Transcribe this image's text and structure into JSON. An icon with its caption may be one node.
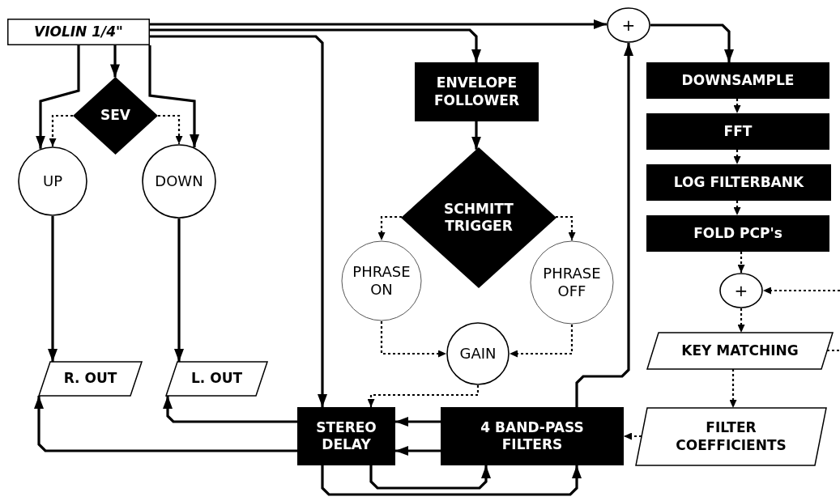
{
  "diagram": {
    "nodes": [
      {
        "text": [
          "VIOLIN 1/4\""
        ]
      },
      {
        "text": [
          "SEV"
        ]
      },
      {
        "text": [
          "UP"
        ]
      },
      {
        "text": [
          "DOWN"
        ]
      },
      {
        "text": [
          "ENVELOPE FOLLOWER"
        ]
      },
      {
        "text": [
          "SCHMITT TRIGGER"
        ]
      },
      {
        "text": [
          "PHRASE ON"
        ]
      },
      {
        "text": [
          "PHRASE OFF"
        ]
      },
      {
        "text": [
          "GAIN"
        ]
      },
      {
        "text": [
          "+"
        ]
      },
      {
        "text": [
          "DOWNSAMPLE"
        ]
      },
      {
        "text": [
          "FFT"
        ]
      },
      {
        "text": [
          "LOG FILTERBANK"
        ]
      },
      {
        "text": [
          "FOLD PCP's"
        ]
      },
      {
        "text": [
          "+"
        ]
      },
      {
        "text": [
          "KEY MATCHING"
        ]
      },
      {
        "text": [
          "FILTER COEFFICIENTS"
        ]
      },
      {
        "text": [
          "R. OUT"
        ]
      },
      {
        "text": [
          "L. OUT"
        ]
      },
      {
        "text": [
          "STEREO DELAY"
        ]
      },
      {
        "text": [
          "4 BAND-PASS FILTERS"
        ]
      }
    ],
    "edges": [
      {
        "from": 0,
        "to": 1,
        "arrow": "to"
      },
      {
        "from": 0,
        "to": 2,
        "arrow": "to"
      },
      {
        "from": 0,
        "to": 3,
        "arrow": "to"
      },
      {
        "from": 1,
        "to": 2,
        "arrow": "to",
        "style": "dashed"
      },
      {
        "from": 1,
        "to": 3,
        "arrow": "to",
        "style": "dashed"
      },
      {
        "from": 0,
        "to": 4,
        "arrow": "to"
      },
      {
        "from": 0,
        "to": 19,
        "arrow": "to"
      },
      {
        "from": 0,
        "to": 9,
        "arrow": "to"
      },
      {
        "from": 2,
        "to": 17,
        "arrow": "to"
      },
      {
        "from": 3,
        "to": 18,
        "arrow": "to"
      },
      {
        "from": 4,
        "to": 5,
        "arrow": "to"
      },
      {
        "from": 5,
        "to": 6,
        "arrow": "to",
        "style": "dashed"
      },
      {
        "from": 5,
        "to": 7,
        "arrow": "to",
        "style": "dashed"
      },
      {
        "from": 6,
        "to": 8,
        "arrow": "to",
        "style": "dashed"
      },
      {
        "from": 7,
        "to": 8,
        "arrow": "to",
        "style": "dashed"
      },
      {
        "from": 8,
        "to": 19,
        "arrow": "to",
        "style": "dashed"
      },
      {
        "from": 9,
        "to": 10,
        "arrow": "to"
      },
      {
        "from": 10,
        "to": 11,
        "arrow": "to",
        "style": "dashed"
      },
      {
        "from": 11,
        "to": 12,
        "arrow": "to",
        "style": "dashed"
      },
      {
        "from": 12,
        "to": 13,
        "arrow": "to",
        "style": "dashed"
      },
      {
        "from": 13,
        "to": 14,
        "arrow": "to",
        "style": "dashed"
      },
      {
        "from": null,
        "to": 14,
        "arrow": "to",
        "style": "dashed"
      },
      {
        "from": 14,
        "to": 15,
        "arrow": "to",
        "style": "dashed"
      },
      {
        "from": 15,
        "to": null,
        "arrow": "none",
        "style": "dashed"
      },
      {
        "from": 15,
        "to": 16,
        "arrow": "to",
        "style": "dashed"
      },
      {
        "from": 16,
        "to": 20,
        "arrow": "to",
        "style": "dashed"
      },
      {
        "from": 20,
        "to": 9,
        "arrow": "to"
      },
      {
        "from": 20,
        "to": 19,
        "arrow": "to"
      },
      {
        "from": 20,
        "to": 19,
        "arrow": "to"
      },
      {
        "from": 19,
        "to": 18,
        "arrow": "to"
      },
      {
        "from": 19,
        "to": 17,
        "arrow": "to"
      },
      {
        "from": 19,
        "to": 20,
        "arrow": "to"
      },
      {
        "from": 19,
        "to": 20,
        "arrow": "to"
      }
    ]
  }
}
